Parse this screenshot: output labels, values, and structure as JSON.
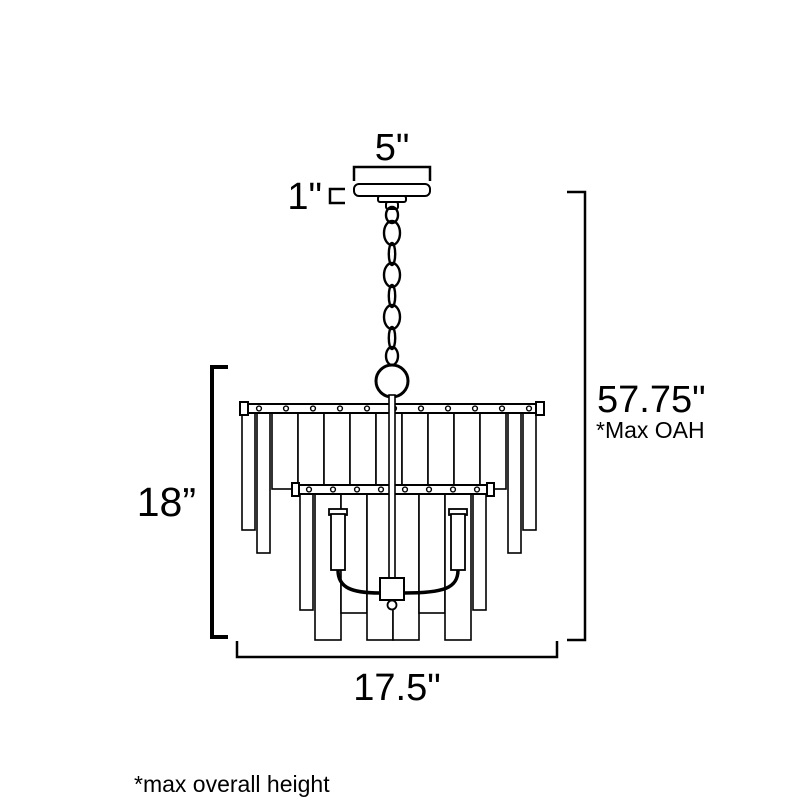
{
  "diagram": {
    "name": "chandelier dimension drawing",
    "labels": {
      "canopy_width": "5\"",
      "canopy_thickness": "1\"",
      "overall_height": "57.75\"",
      "overall_height_note": "*Max OAH",
      "body_height": "18”",
      "body_width": "17.5\"",
      "footnote": "*max overall height"
    },
    "colors": {
      "line": "#000000",
      "background": "#ffffff"
    }
  }
}
